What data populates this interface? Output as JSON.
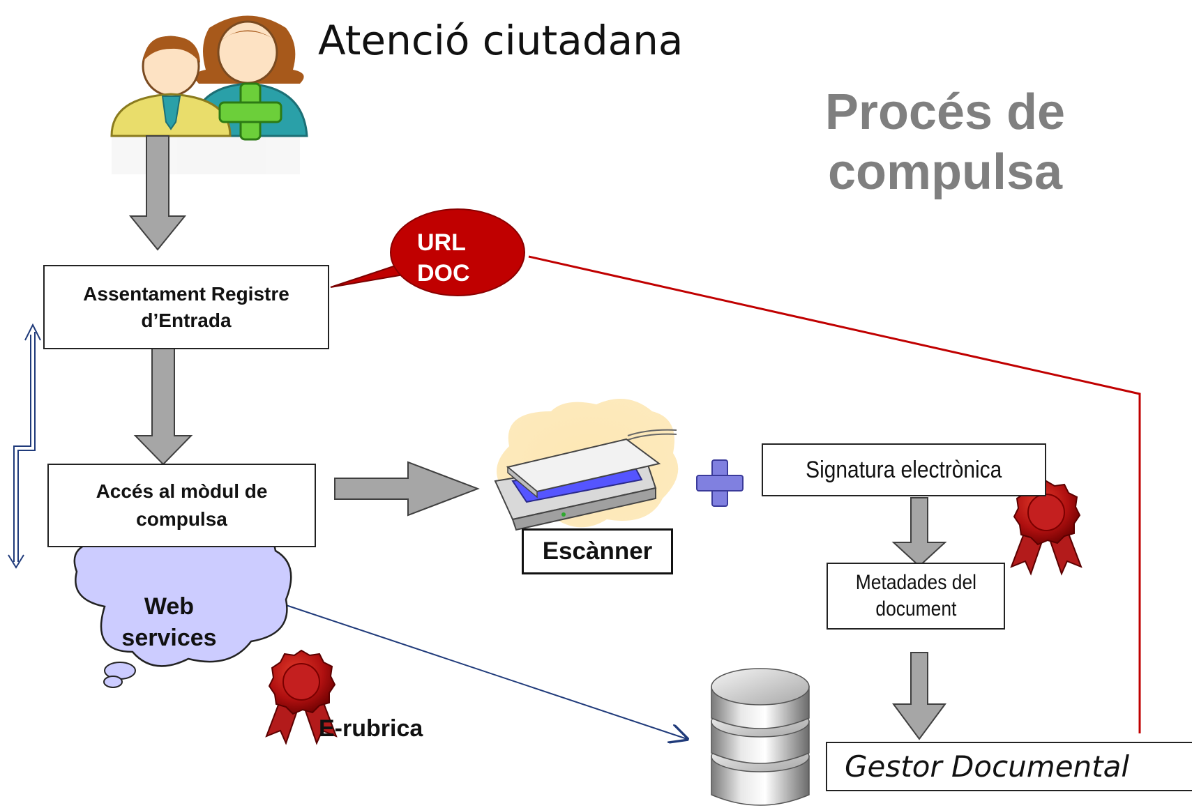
{
  "header": {
    "title": "Atenció ciutadana",
    "process_title": [
      "Procés de",
      "compulsa"
    ]
  },
  "nodes": {
    "registry_entry": [
      "Assentament Registre",
      "d’Entrada"
    ],
    "url_doc": [
      "URL",
      "DOC"
    ],
    "compulsa_module": [
      "Accés al mòdul de",
      "compulsa"
    ],
    "scanner": "Escànner",
    "e_signature": "Signatura electrònica",
    "metadata": [
      "Metadades del",
      "document"
    ],
    "web_services": [
      "Web",
      "services"
    ],
    "e_rubrica": "E-rubrica",
    "doc_manager": "Gestor Documental"
  },
  "icons": {
    "people": "citizen-service-people-icon",
    "plus": "plus-icon",
    "seal": "wax-seal-icon",
    "scanner": "flatbed-scanner-icon",
    "database": "database-icon",
    "cloud": "cloud-callout"
  },
  "colors": {
    "url_callout": "#c00000",
    "red_line": "#c00000",
    "blue_line": "#1f3a7a",
    "gray_arrow": "#a6a6a6",
    "title_gray": "#7f7f7f",
    "cloud": "#ccccff",
    "plus": "#8080e0"
  }
}
